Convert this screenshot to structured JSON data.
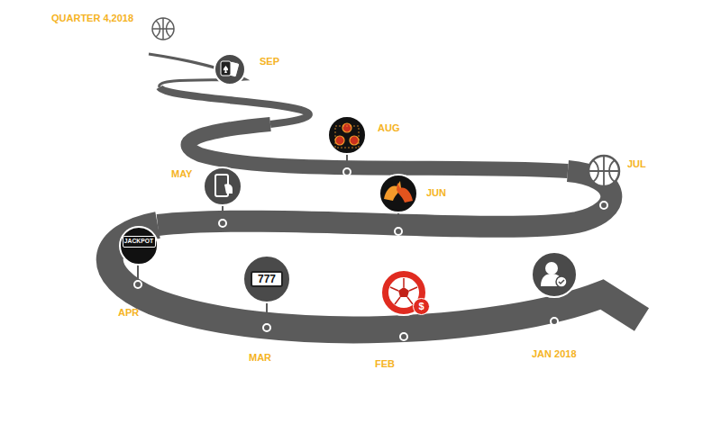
{
  "diagram": {
    "nodes": [
      {
        "text": [
          "JACKPOT"
        ]
      },
      {
        "text": [
          "777"
        ]
      },
      {
        "text": [
          "$"
        ]
      }
    ],
    "labels": [
      "QUARTER 4,2018",
      "SEP",
      "AUG",
      "MAY",
      "JUN",
      "JUL",
      "APR",
      "MAR",
      "FEB",
      "JAN 2018"
    ]
  }
}
